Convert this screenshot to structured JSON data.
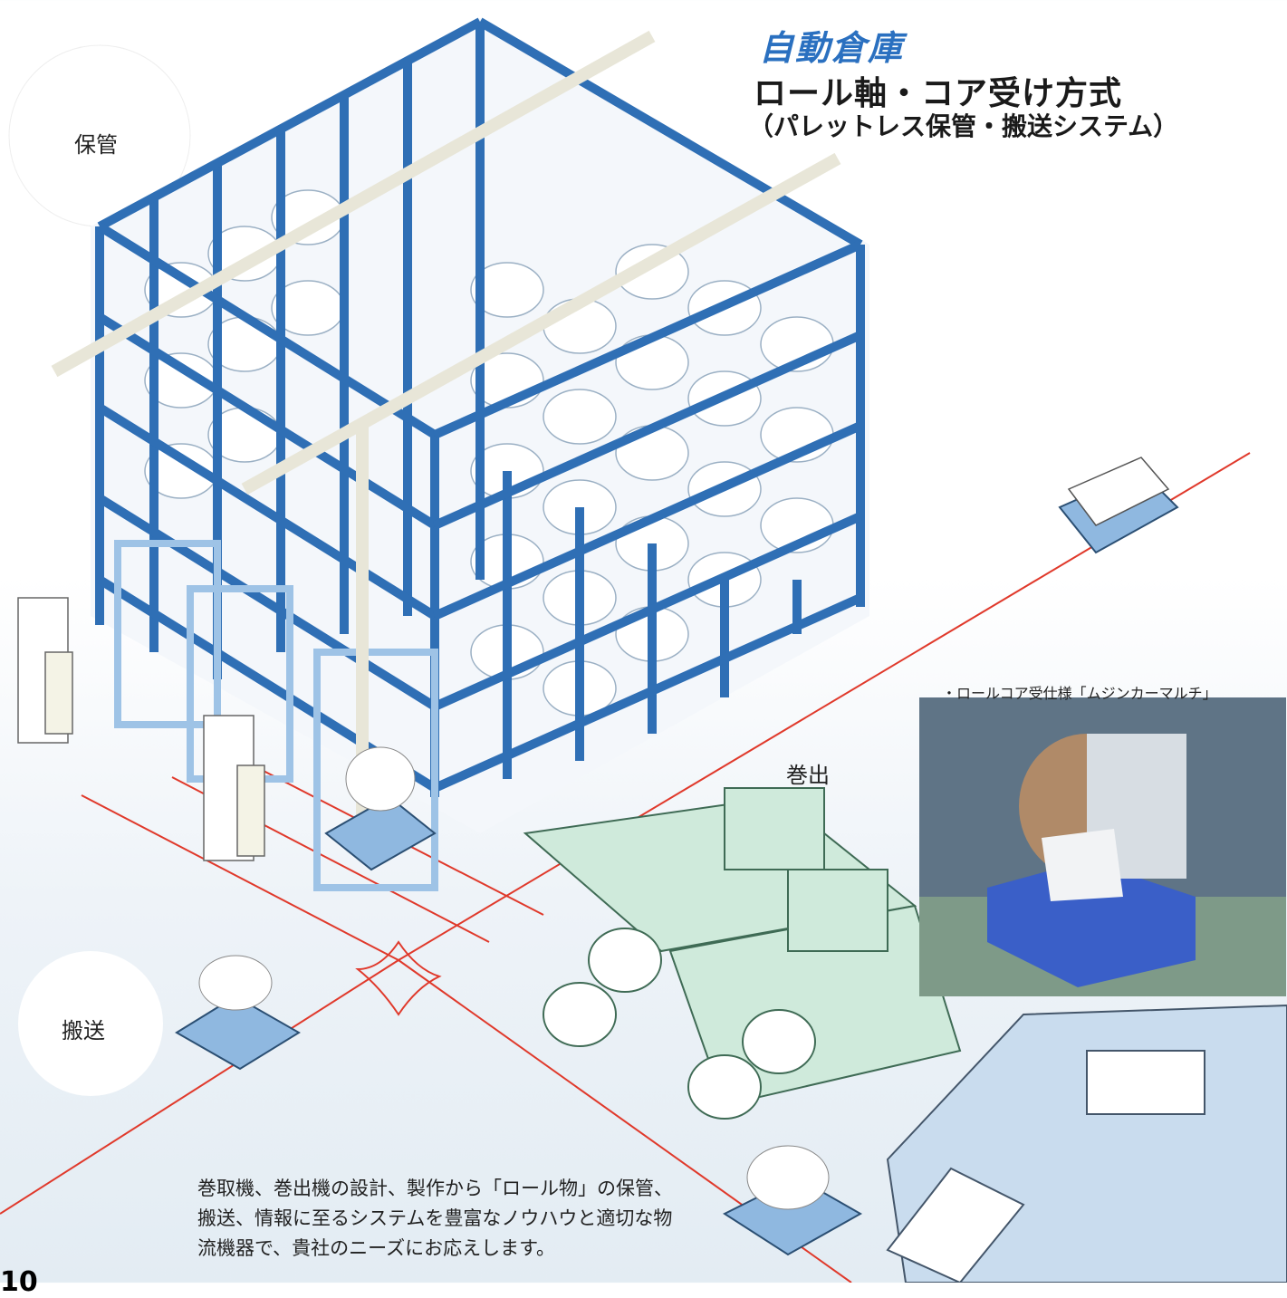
{
  "title": {
    "main": "自動倉庫",
    "sub": "ロール軸・コア受け方式",
    "sub2": "（パレットレス保管・搬送システム）"
  },
  "labels": {
    "storage": "保管",
    "unwind": "巻出",
    "transport": "搬送"
  },
  "photo": {
    "caption": "・ロールコア受仕様「ムジンカーマルチ」"
  },
  "description": "巻取機、巻出機の設計、製作から「ロール物」の保管、搬送、情報に至るシステムを豊富なノウハウと適切な物流機器で、貴社のニーズにお応えします。",
  "page_number": "10",
  "colors": {
    "rack": "#2f6fb5",
    "roll": "#ffffff",
    "machine": "#cfeadb",
    "agv": "#8fb8e0",
    "path": "#e0392b"
  }
}
